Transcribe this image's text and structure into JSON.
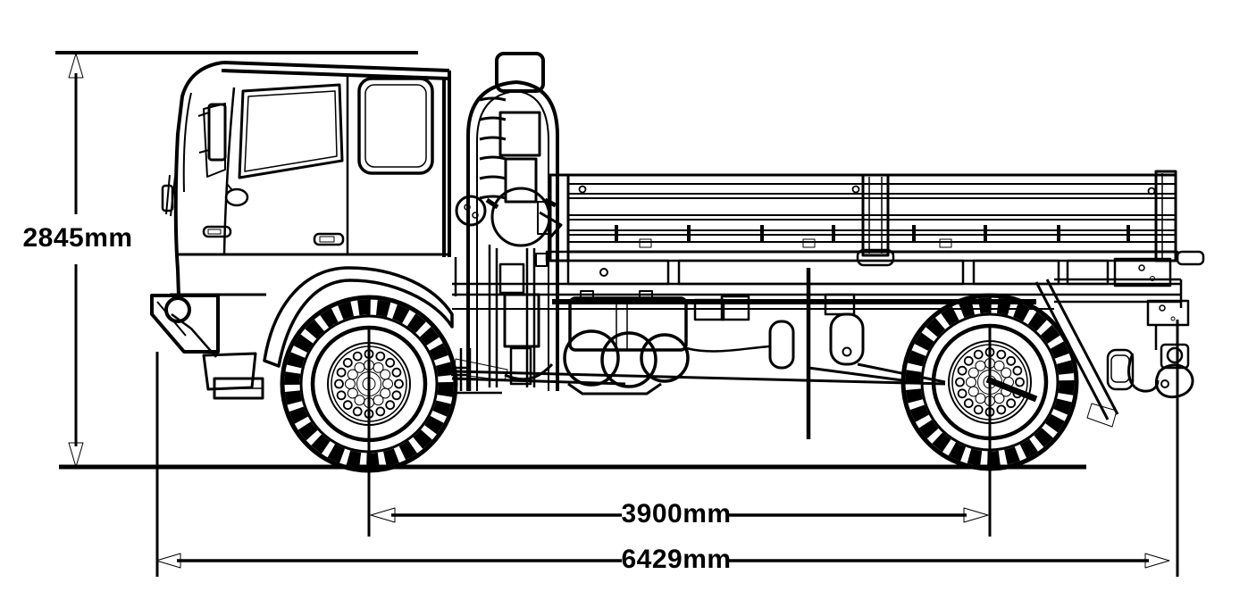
{
  "page": {
    "background": "#ffffff",
    "ink": "#000000"
  },
  "diagram": {
    "type": "technical-blueprint",
    "subject": "flatbed military cargo truck, side view",
    "annotations": {
      "height": "2845mm",
      "wheelbase": "3900mm",
      "overall_length": "6429mm"
    }
  }
}
